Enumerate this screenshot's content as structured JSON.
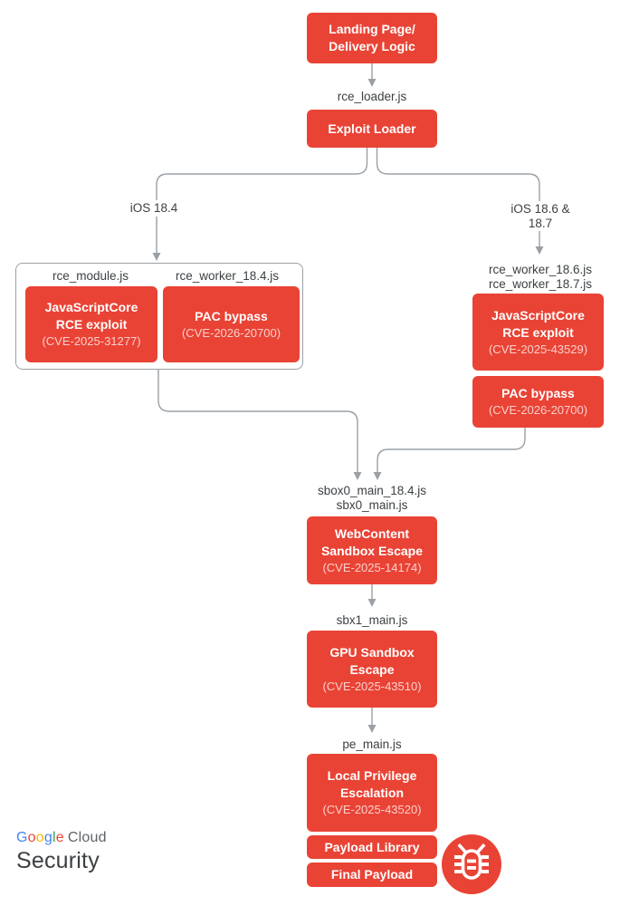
{
  "colors": {
    "box_red": "#E94335",
    "wire_gray": "#9AA0A6",
    "label_text": "#3C4043",
    "cve_text": "rgba(255,255,255,0.75)",
    "google_blue": "#4285F4",
    "google_red": "#EA4335",
    "google_yellow": "#FBBC04",
    "google_green": "#34A853",
    "cloud_gray": "#5F6368"
  },
  "flow": {
    "landing": {
      "title": "Landing Page/\nDelivery Logic"
    },
    "rce_loader_label": "rce_loader.js",
    "exploit_loader": {
      "title": "Exploit Loader"
    },
    "branch_left": "iOS 18.4",
    "branch_right": "iOS 18.6 & 18.7",
    "ios_18_4": {
      "module_label": "rce_module.js",
      "worker_label": "rce_worker_18.4.js",
      "jsc": {
        "title": "JavaScriptCore\nRCE exploit",
        "cve": "(CVE-2025-31277)"
      },
      "pac": {
        "title": "PAC bypass",
        "cve": "(CVE-2026-20700)"
      }
    },
    "ios_18_6_7": {
      "worker_labels": "rce_worker_18.6.js\nrce_worker_18.7.js",
      "jsc": {
        "title": "JavaScriptCore\nRCE exploit",
        "cve": "(CVE-2025-43529)"
      },
      "pac": {
        "title": "PAC bypass",
        "cve": "(CVE-2026-20700)"
      }
    },
    "sbox0_labels": "sbox0_main_18.4.js\nsbx0_main.js",
    "webcontent": {
      "title": "WebContent\nSandbox Escape",
      "cve": "(CVE-2025-14174)"
    },
    "sbx1_label": "sbx1_main.js",
    "gpu": {
      "title": "GPU Sandbox\nEscape",
      "cve": "(CVE-2025-43510)"
    },
    "pe_label": "pe_main.js",
    "lpe": {
      "title": "Local Privilege\nEscalation",
      "cve": "(CVE-2025-43520)"
    },
    "payload_library": "Payload Library",
    "final_payload": "Final Payload"
  },
  "footer": {
    "google_letters": [
      "G",
      "o",
      "o",
      "g",
      "l",
      "e"
    ],
    "cloud": "Cloud",
    "security": "Security"
  }
}
